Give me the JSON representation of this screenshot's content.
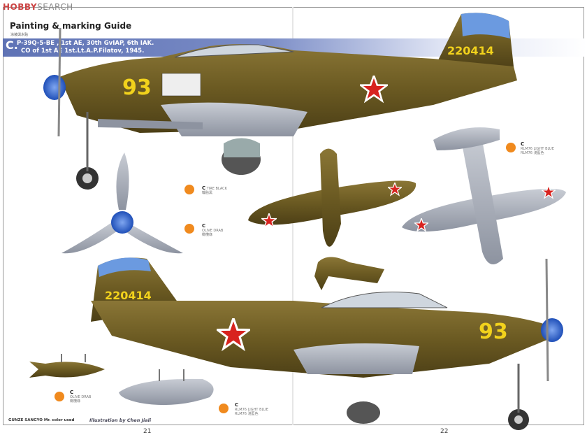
{
  "watermark": {
    "brand_a": "HOBBY",
    "brand_b": "SEARCH"
  },
  "header": {
    "title": "Painting & marking Guide",
    "subtitle": "涂装與水贴",
    "scheme_letter": "C.",
    "scheme_line1": "P-39Q-5-BE , 1st AE, 30th GvIAP, 6th IAK.",
    "scheme_line2": "CO of 1st AE 1st.Lt.A.P.Filatov, 1945."
  },
  "aircraft": {
    "serial": "220414",
    "side_number": "93",
    "colors": {
      "olive": "#6b5a22",
      "grey": "#a7adb8",
      "spinner": "#3a6fd8",
      "star": "#d8231f",
      "yellow": "#f2d21c"
    }
  },
  "callouts": [
    {
      "code": "C",
      "name": "TIRE BLACK",
      "name_cn": "輪胎黑"
    },
    {
      "code": "C",
      "name": "OLIVE DRAB",
      "name_cn": "橄欖綠"
    },
    {
      "code": "C",
      "name": "RLM76 LIGHT BLUE",
      "name_cn": "RLM76 淺藍色"
    },
    {
      "code": "C",
      "name": "OLIVE DRAB",
      "name_cn": "橄欖綠"
    },
    {
      "code": "C",
      "name": "RLM76 LIGHT BLUE",
      "name_cn": "RLM76 淺藍色"
    }
  ],
  "footer": {
    "paints": "GUNZE SANGYO Mr. color used",
    "credit": "Illustration by Chen Jiali",
    "page_left": "21",
    "page_right": "22"
  }
}
